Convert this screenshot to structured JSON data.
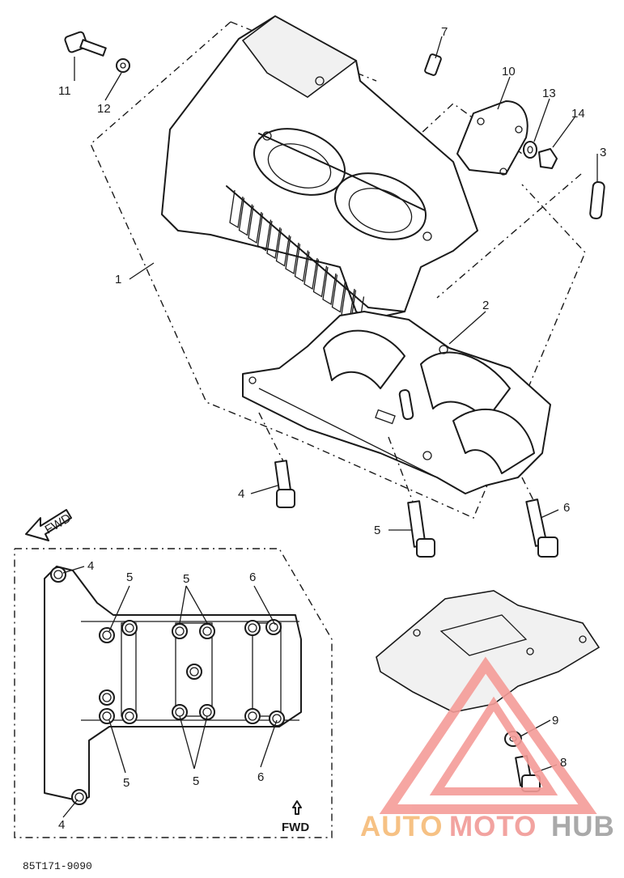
{
  "callouts": [
    "1",
    "2",
    "3",
    "4",
    "5",
    "6",
    "7",
    "8",
    "9",
    "10",
    "11",
    "12",
    "13",
    "14"
  ],
  "detail_callouts": [
    "4",
    "5",
    "5",
    "6",
    "5",
    "5",
    "6",
    "4"
  ],
  "fwd_label": "FWD",
  "detail_fwd_label": "FWD",
  "part_code": "85T171-9090",
  "watermark": {
    "auto": "AUTO",
    "moto": "MOTO",
    "hub": "HUB",
    "colors": {
      "auto": "#f6c184",
      "moto": "#f2a3a0",
      "hub": "#a9a9a9",
      "logo": "#f59c98"
    }
  }
}
